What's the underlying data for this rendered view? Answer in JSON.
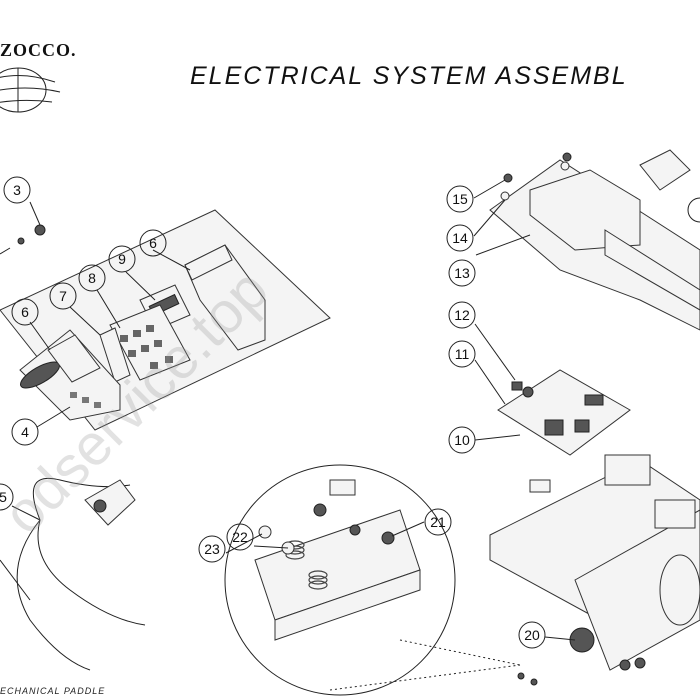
{
  "title": "ELECTRICAL SYSTEM ASSEMBL",
  "logo_text": "ZOCCO.",
  "watermark": "odservice.top",
  "footer": "ECHANICAL PADDLE",
  "callouts": [
    "3",
    "6",
    "7",
    "8",
    "9",
    "6",
    "4",
    "5",
    "15",
    "14",
    "13",
    "12",
    "11",
    "10",
    "22",
    "23",
    "21",
    "20"
  ]
}
